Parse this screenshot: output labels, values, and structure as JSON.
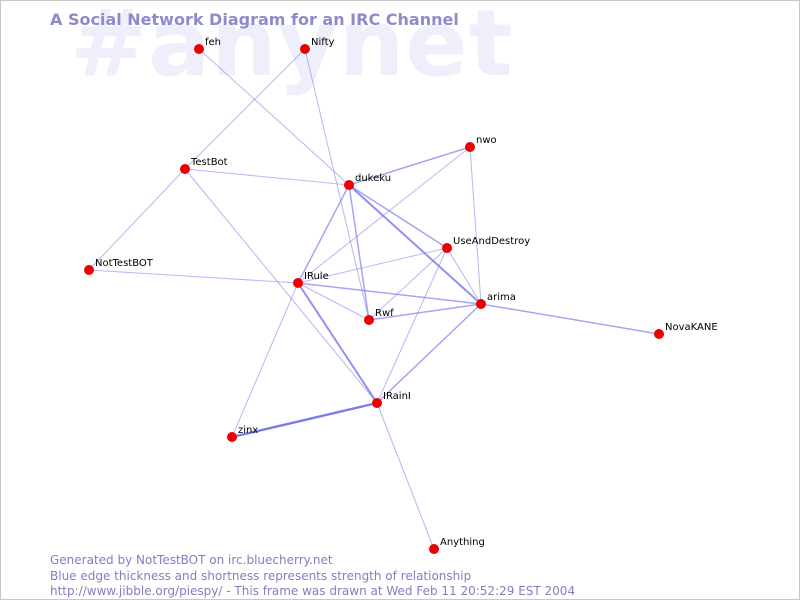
{
  "watermark": "#anynet",
  "title": "A Social Network Diagram for an IRC Channel",
  "colors": {
    "edge": "#7474ec",
    "node": "#ee0000",
    "title": "#8c8ccc",
    "footer": "#8080c0",
    "watermark": "#efeffc"
  },
  "nodes": [
    {
      "id": "feh",
      "label": "feh"
    },
    {
      "id": "Nifty",
      "label": "Nifty"
    },
    {
      "id": "TestBot",
      "label": "TestBot"
    },
    {
      "id": "NotTestBOT",
      "label": "NotTestBOT"
    },
    {
      "id": "dukeku",
      "label": "dukeku"
    },
    {
      "id": "nwo",
      "label": "nwo"
    },
    {
      "id": "UseAndDestroy",
      "label": "UseAndDestroy"
    },
    {
      "id": "IRule",
      "label": "IRule"
    },
    {
      "id": "arima",
      "label": "arima"
    },
    {
      "id": "Rwf",
      "label": "Rwf"
    },
    {
      "id": "NovaKANE",
      "label": "NovaKANE"
    },
    {
      "id": "IRainI",
      "label": "IRainI"
    },
    {
      "id": "zinx",
      "label": "zinx"
    },
    {
      "id": "Anything",
      "label": "Anything"
    }
  ],
  "edges": [
    {
      "from": "feh",
      "to": "dukeku",
      "strength": 1
    },
    {
      "from": "Nifty",
      "to": "TestBot",
      "strength": 1
    },
    {
      "from": "Nifty",
      "to": "Rwf",
      "strength": 1
    },
    {
      "from": "TestBot",
      "to": "dukeku",
      "strength": 1
    },
    {
      "from": "TestBot",
      "to": "NotTestBOT",
      "strength": 1
    },
    {
      "from": "TestBot",
      "to": "IRainI",
      "strength": 1
    },
    {
      "from": "NotTestBOT",
      "to": "IRule",
      "strength": 1
    },
    {
      "from": "dukeku",
      "to": "nwo",
      "strength": 2
    },
    {
      "from": "dukeku",
      "to": "UseAndDestroy",
      "strength": 2
    },
    {
      "from": "dukeku",
      "to": "arima",
      "strength": 3
    },
    {
      "from": "dukeku",
      "to": "IRule",
      "strength": 2
    },
    {
      "from": "dukeku",
      "to": "Rwf",
      "strength": 2
    },
    {
      "from": "nwo",
      "to": "IRule",
      "strength": 1
    },
    {
      "from": "nwo",
      "to": "arima",
      "strength": 1
    },
    {
      "from": "UseAndDestroy",
      "to": "IRule",
      "strength": 1
    },
    {
      "from": "UseAndDestroy",
      "to": "Rwf",
      "strength": 1
    },
    {
      "from": "UseAndDestroy",
      "to": "arima",
      "strength": 1
    },
    {
      "from": "UseAndDestroy",
      "to": "IRainI",
      "strength": 1
    },
    {
      "from": "IRule",
      "to": "arima",
      "strength": 2
    },
    {
      "from": "IRule",
      "to": "Rwf",
      "strength": 1
    },
    {
      "from": "IRule",
      "to": "IRainI",
      "strength": 3
    },
    {
      "from": "IRule",
      "to": "zinx",
      "strength": 1
    },
    {
      "from": "arima",
      "to": "Rwf",
      "strength": 2
    },
    {
      "from": "arima",
      "to": "NovaKANE",
      "strength": 2
    },
    {
      "from": "arima",
      "to": "IRainI",
      "strength": 2
    },
    {
      "from": "IRainI",
      "to": "zinx",
      "strength": 4
    },
    {
      "from": "IRainI",
      "to": "Anything",
      "strength": 1
    }
  ],
  "footer": {
    "line1": "Generated by NotTestBOT on irc.bluecherry.net",
    "line2": "Blue edge thickness and shortness represents strength of relationship",
    "line3": "http://www.jibble.org/piespy/ - This frame was drawn at Wed Feb 11 20:52:29 EST 2004"
  }
}
